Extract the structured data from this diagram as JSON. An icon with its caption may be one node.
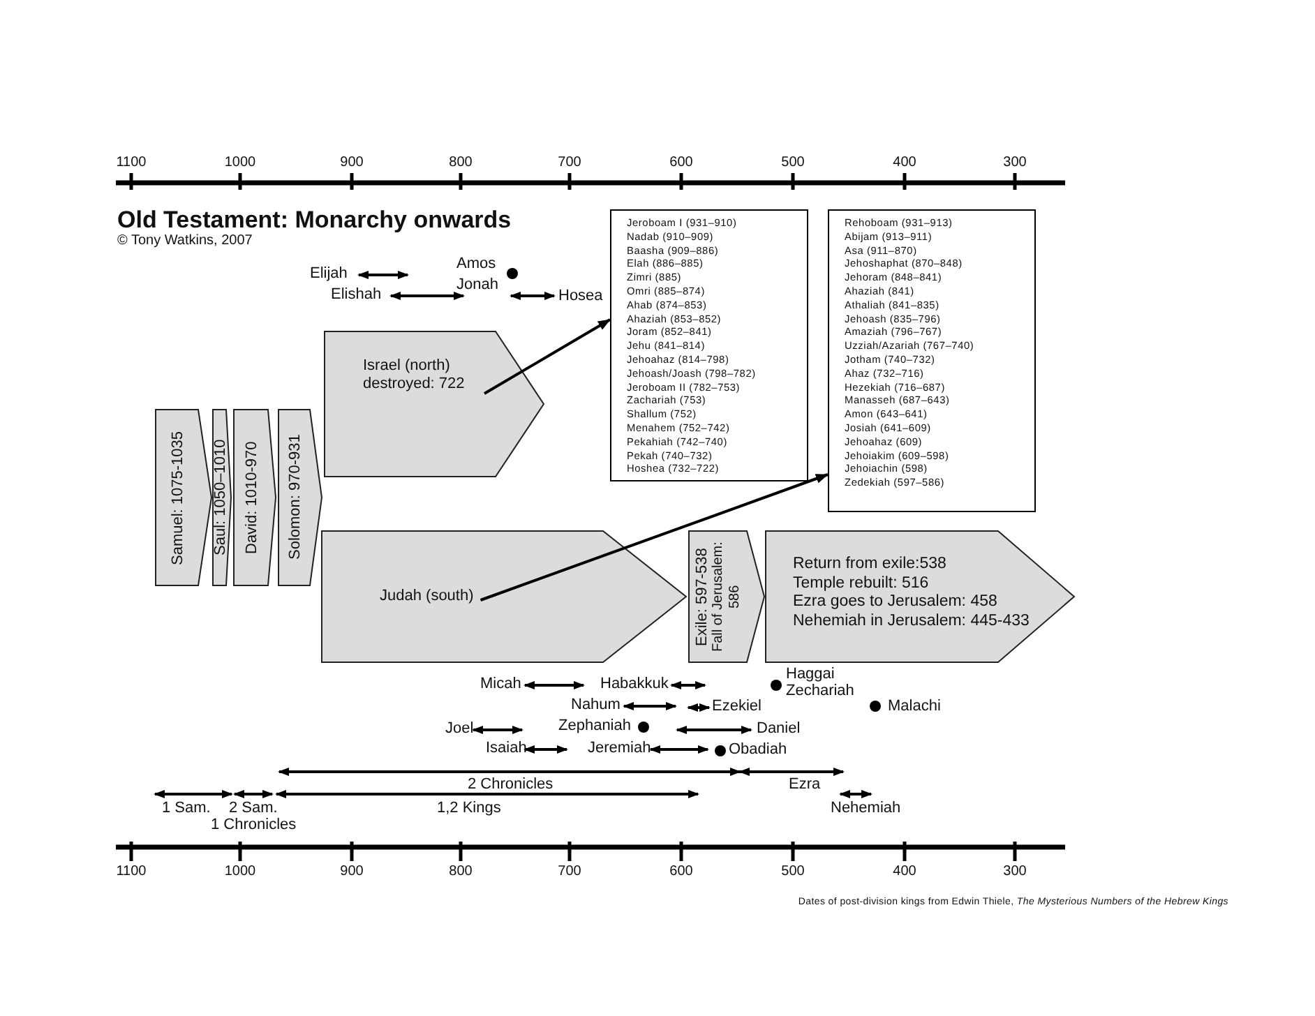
{
  "diagram": {
    "title": "Old Testament: Monarchy onwards",
    "caption": "Dates of post-division kings from Edwin Thiele, *The Mysterious Numbers of the Hebrew Kings*",
    "nodes": [
      {
        "text": [
          "Israel (north) destroyed: 722"
        ]
      },
      {
        "text": [
          "Jeroboam I (931–910)",
          "Nadab (910–909)",
          "Baasha (909–886)",
          "Elah (886–885)",
          "Zimri (885)",
          "Omri (885–874)",
          "Ahab (874–853)",
          "Ahaziah (853–852)",
          "Joram (852–841)",
          "Jehu (841–814)",
          "Jehoahaz (814–798)",
          "Jehoash/Joash (798–782)",
          "Jeroboam II (782–753)",
          "Zachariah (753)",
          "Shallum (752)",
          "Menahem (752–742)",
          "Pekahiah (742–740)",
          "Pekah (740–732)",
          "Hoshea (732–722)"
        ]
      },
      {
        "text": [
          "Rehoboam (931–913)",
          "Abijam (913–911)",
          "Asa (911–870)",
          "Jehoshaphat (870–848)",
          "Jehoram (848–841)",
          "Ahaziah (841)",
          "Athaliah (841–835)",
          "Jehoash (835–796)",
          "Amaziah (796–767)",
          "Uzziah/Azariah (767–740)",
          "Jotham (740–732)",
          "Ahaz (732–716)",
          "Hezekiah (716–687)",
          "Manasseh (687–643)",
          "Amon (643–641)",
          "Josiah (641–609)",
          "Jehoahaz (609)",
          "Jehoiakim (609–598)",
          "Jehoiachin (598)",
          "Zedekiah (597–586)"
        ]
      },
      {
        "text": [
          "Samuel: 1075-1035"
        ]
      },
      {
        "text": [
          "Saul: 1050–1010"
        ]
      },
      {
        "text": [
          "David: 1010-970"
        ]
      },
      {
        "text": [
          "Solomon: 970-931"
        ]
      },
      {
        "text": [
          "Judah (south)"
        ]
      },
      {
        "text": [
          "Exile: 597-538",
          "Fall of Jerusalem: 586"
        ]
      },
      {
        "text": [
          "Return from exile:538",
          "Temple rebuilt: 516",
          "Ezra goes to Jerusalem: 458",
          "Nehemiah in Jerusalem: 445-433"
        ]
      }
    ],
    "edges": [
      {
        "from": 0,
        "to": 1,
        "arrow": "to"
      },
      {
        "from": 7,
        "to": 2,
        "arrow": "to"
      }
    ],
    "labels": [
      "1100",
      "1000",
      "900",
      "800",
      "700",
      "600",
      "500",
      "400",
      "300",
      "© Tony Watkins, 2007",
      "Elijah",
      "Amos",
      "Jonah",
      "Elishah",
      "Hosea",
      "Micah",
      "Habakkuk",
      "Haggai",
      "Zechariah",
      "Nahum",
      "Ezekiel",
      "Malachi",
      "Joel",
      "Zephaniah",
      "Daniel",
      "Isaiah",
      "Jeremiah",
      "Obadiah",
      "2 Chronicles",
      "Ezra",
      "1 Sam.",
      "2 Sam.",
      "1,2 Kings",
      "Nehemiah",
      "1 Chronicles",
      "1100",
      "1000",
      "900",
      "800",
      "700",
      "600",
      "500",
      "400",
      "300"
    ]
  }
}
